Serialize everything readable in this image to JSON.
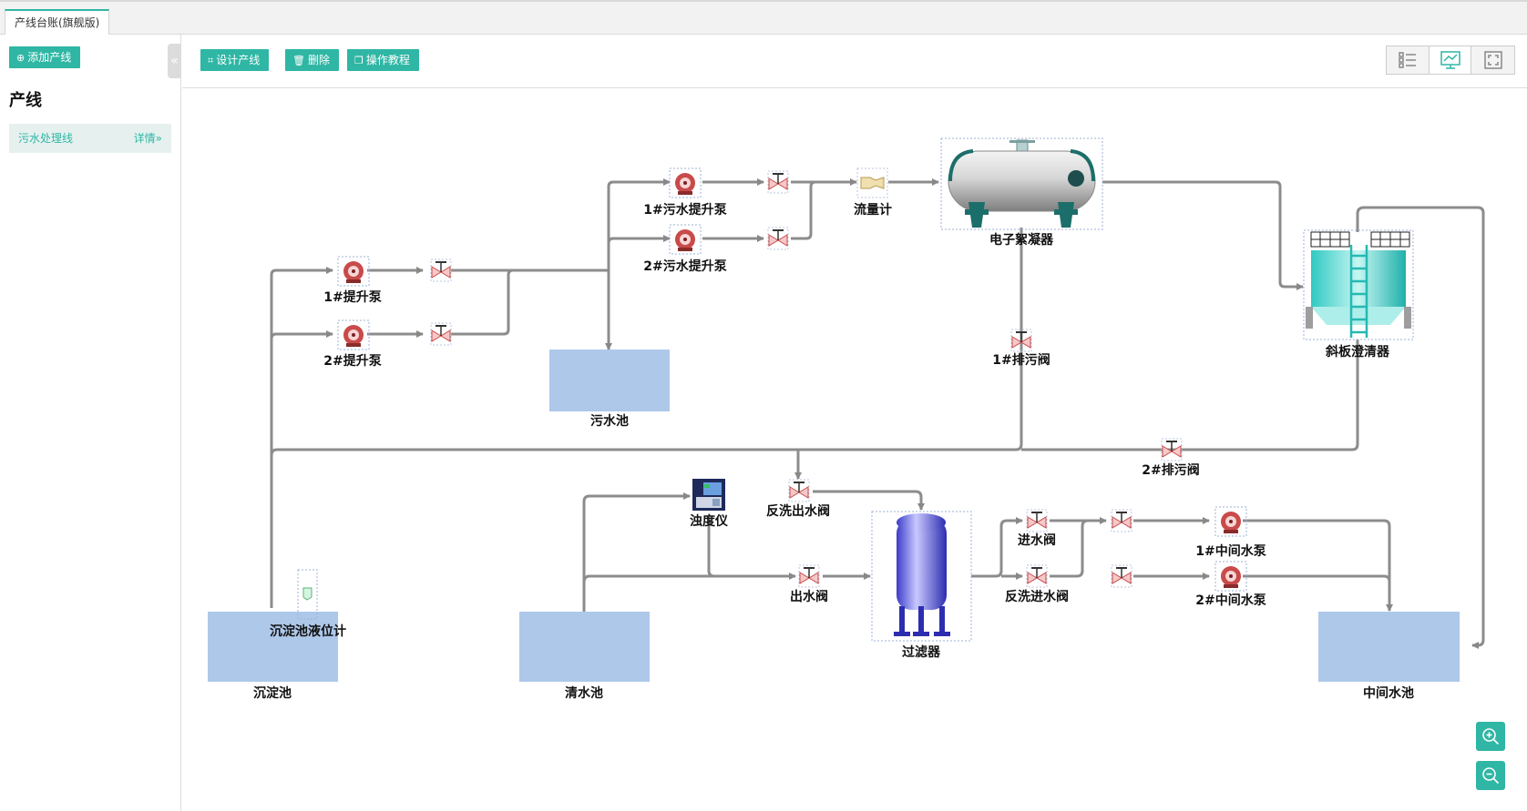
{
  "tabs": [
    {
      "label": "产线台账(旗舰版)"
    }
  ],
  "sidebar": {
    "add_button": "添加产线",
    "title": "产线",
    "items": [
      {
        "label": "污水处理线",
        "detail": "详情"
      }
    ]
  },
  "toolbar": {
    "design": "设计产线",
    "delete": "删除",
    "tutorial": "操作教程"
  },
  "view_modes": [
    "list-view-icon",
    "chart-view-icon",
    "fullscreen-icon"
  ],
  "colors": {
    "accent": "#2fb6a4",
    "pipe": "#888888",
    "tank": "#aec8ea"
  },
  "diagram": {
    "labels": {
      "pump1": "1#提升泵",
      "pump2": "2#提升泵",
      "spump1": "1#污水提升泵",
      "spump2": "2#污水提升泵",
      "flowmeter": "流量计",
      "condenser": "电子絮凝器",
      "clarifier": "斜板澄清器",
      "drain1": "1#排污阀",
      "drain2": "2#排污阀",
      "sewage_tank": "污水池",
      "turbidity": "浊度仪",
      "backwash_out": "反洗出水阀",
      "outlet_valve": "出水阀",
      "filter": "过滤器",
      "inlet_valve": "进水阀",
      "backwash_in": "反洗进水阀",
      "mpump1": "1#中间水泵",
      "mpump2": "2#中间水泵",
      "level_meter": "沉淀池液位计",
      "sed_tank": "沉淀池",
      "clean_tank": "清水池",
      "mid_tank": "中间水池"
    }
  }
}
